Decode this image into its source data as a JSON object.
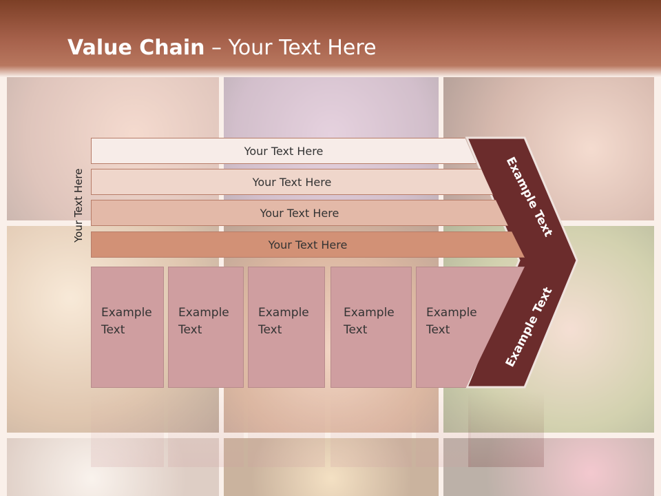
{
  "title": {
    "bold": "Value Chain",
    "rest": " – Your Text Here"
  },
  "side_label": "Your Text Here",
  "rows": [
    {
      "label": "Your Text Here",
      "color": "#f7ece8"
    },
    {
      "label": "Your Text Here",
      "color": "#efd6cb"
    },
    {
      "label": "Your Text Here",
      "color": "#e3b9a8"
    },
    {
      "label": "Your Text Here",
      "color": "#d29176"
    }
  ],
  "boxes": [
    {
      "line1": "Example",
      "line2": "Text"
    },
    {
      "line1": "Example",
      "line2": "Text"
    },
    {
      "line1": "Example",
      "line2": "Text"
    },
    {
      "line1": "Example",
      "line2": "Text"
    },
    {
      "line1": "Example",
      "line2": "Text"
    }
  ],
  "chevron": {
    "top_label": "Example Text",
    "bottom_label": "Example Text",
    "color": "#6b2c2c"
  }
}
